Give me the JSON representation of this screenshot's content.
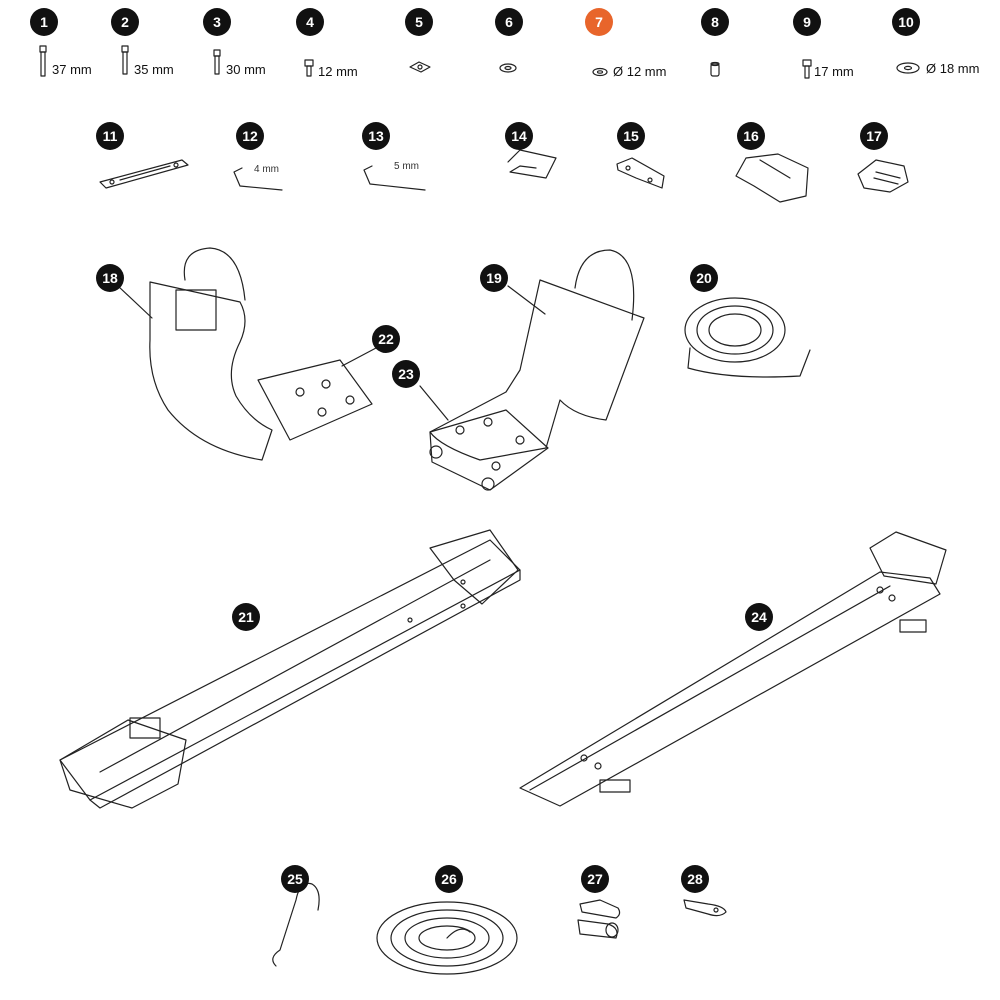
{
  "colors": {
    "badge": "#111111",
    "highlight": "#e8652b",
    "line": "#222222"
  },
  "parts": [
    {
      "num": "1",
      "label": "37 mm"
    },
    {
      "num": "2",
      "label": "35 mm"
    },
    {
      "num": "3",
      "label": "30 mm"
    },
    {
      "num": "4",
      "label": "12 mm"
    },
    {
      "num": "5",
      "label": ""
    },
    {
      "num": "6",
      "label": ""
    },
    {
      "num": "7",
      "label": "Ø 12 mm",
      "highlighted": true
    },
    {
      "num": "8",
      "label": ""
    },
    {
      "num": "9",
      "label": "17 mm"
    },
    {
      "num": "10",
      "label": "Ø 18 mm"
    },
    {
      "num": "11",
      "label": ""
    },
    {
      "num": "12",
      "label": "4 mm"
    },
    {
      "num": "13",
      "label": "5 mm"
    },
    {
      "num": "14",
      "label": ""
    },
    {
      "num": "15",
      "label": ""
    },
    {
      "num": "16",
      "label": ""
    },
    {
      "num": "17",
      "label": ""
    },
    {
      "num": "18",
      "label": ""
    },
    {
      "num": "19",
      "label": ""
    },
    {
      "num": "20",
      "label": ""
    },
    {
      "num": "21",
      "label": ""
    },
    {
      "num": "22",
      "label": ""
    },
    {
      "num": "23",
      "label": ""
    },
    {
      "num": "24",
      "label": ""
    },
    {
      "num": "25",
      "label": ""
    },
    {
      "num": "26",
      "label": ""
    },
    {
      "num": "27",
      "label": ""
    },
    {
      "num": "28",
      "label": ""
    }
  ]
}
